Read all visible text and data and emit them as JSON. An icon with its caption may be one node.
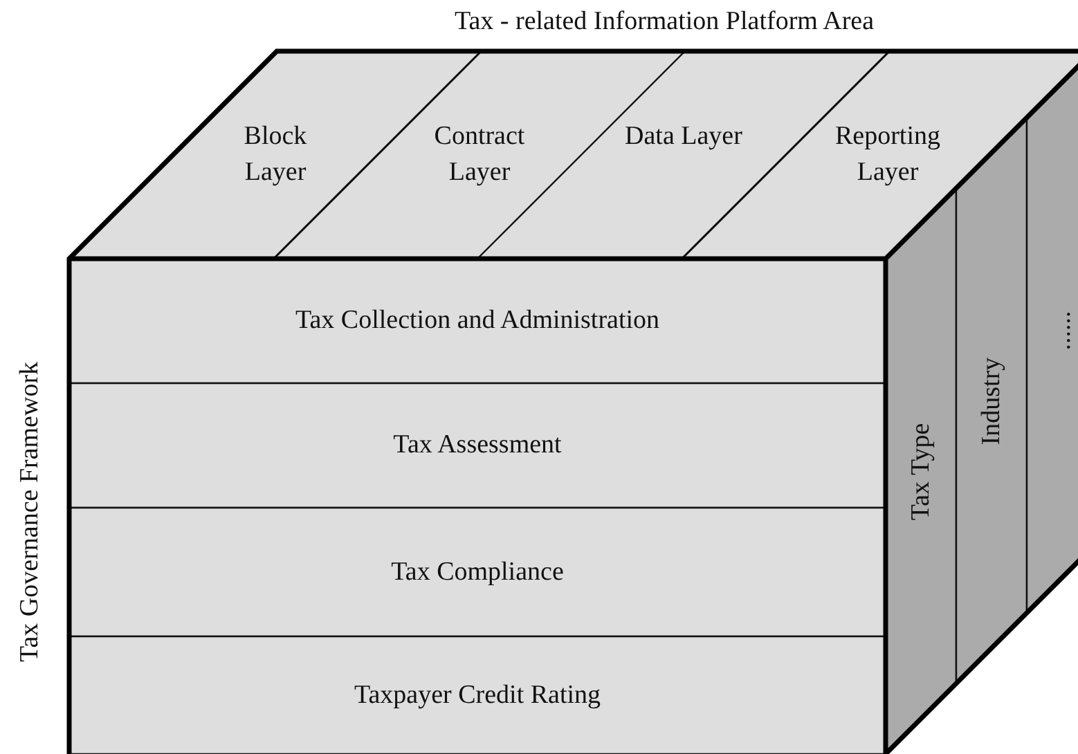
{
  "diagram": {
    "nodes": [
      {
        "text": [
          "Block Layer"
        ]
      },
      {
        "text": [
          "Contract Layer"
        ]
      },
      {
        "text": [
          "Data Layer"
        ]
      },
      {
        "text": [
          "Reporting Layer"
        ]
      },
      {
        "text": [
          "Tax Collection and Administration"
        ]
      },
      {
        "text": [
          "Tax Assessment"
        ]
      },
      {
        "text": [
          "Tax Compliance"
        ]
      },
      {
        "text": [
          "Taxpayer Credit Rating"
        ]
      },
      {
        "text": [
          "Tax Type"
        ]
      },
      {
        "text": [
          "Industry"
        ]
      },
      {
        "text": [
          "......"
        ]
      }
    ],
    "labels": [
      "Tax - related Information Platform Area",
      "Tax Governance Framework"
    ]
  }
}
